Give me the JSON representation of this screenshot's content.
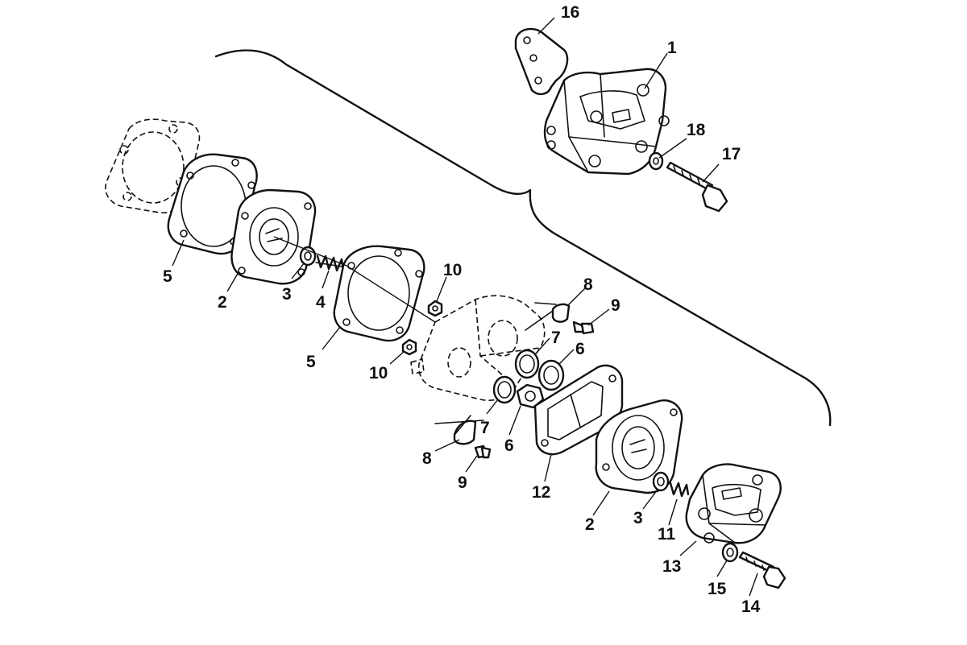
{
  "diagram": {
    "callouts": [
      {
        "id": "c16",
        "label": "16"
      },
      {
        "id": "c1",
        "label": "1"
      },
      {
        "id": "c18",
        "label": "18"
      },
      {
        "id": "c17",
        "label": "17"
      },
      {
        "id": "c5a",
        "label": "5"
      },
      {
        "id": "c2a",
        "label": "2"
      },
      {
        "id": "c3a",
        "label": "3"
      },
      {
        "id": "c4",
        "label": "4"
      },
      {
        "id": "c5b",
        "label": "5"
      },
      {
        "id": "c10a",
        "label": "10"
      },
      {
        "id": "c10b",
        "label": "10"
      },
      {
        "id": "c8a",
        "label": "8"
      },
      {
        "id": "c9a",
        "label": "9"
      },
      {
        "id": "c7a",
        "label": "7"
      },
      {
        "id": "c6a",
        "label": "6"
      },
      {
        "id": "c7b",
        "label": "7"
      },
      {
        "id": "c6b",
        "label": "6"
      },
      {
        "id": "c8b",
        "label": "8"
      },
      {
        "id": "c9b",
        "label": "9"
      },
      {
        "id": "c12",
        "label": "12"
      },
      {
        "id": "c2b",
        "label": "2"
      },
      {
        "id": "c3b",
        "label": "3"
      },
      {
        "id": "c11",
        "label": "11"
      },
      {
        "id": "c13",
        "label": "13"
      },
      {
        "id": "c15",
        "label": "15"
      },
      {
        "id": "c14",
        "label": "14"
      }
    ]
  }
}
